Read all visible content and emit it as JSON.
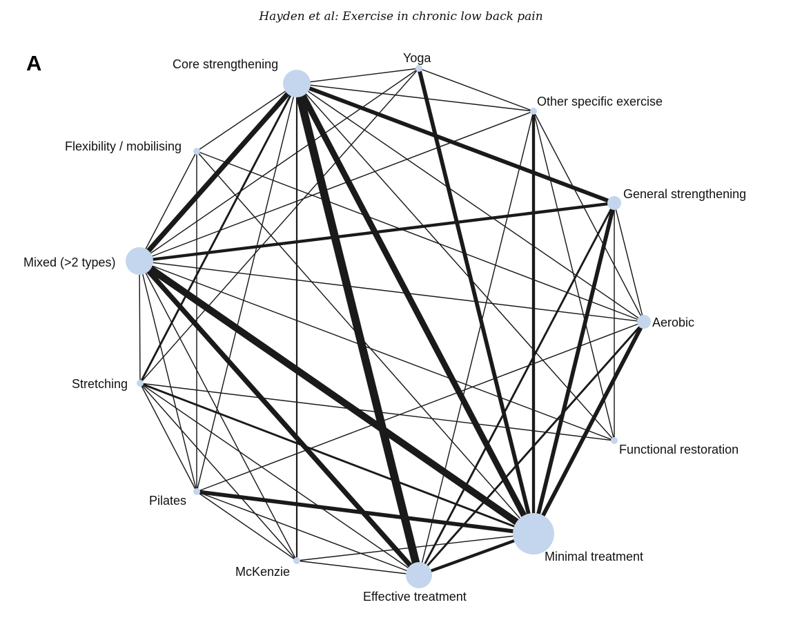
{
  "header": {
    "running_title": "Hayden et al: Exercise in chronic low back pain",
    "panel_label": "A"
  },
  "colors": {
    "node": "#c4d5ee",
    "edge": "#1a1a1a"
  },
  "network": {
    "nodes": [
      {
        "id": "core",
        "label": "Core strengthening",
        "size": "large"
      },
      {
        "id": "yoga",
        "label": "Yoga",
        "size": "tiny"
      },
      {
        "id": "other",
        "label": "Other specific exercise",
        "size": "tiny"
      },
      {
        "id": "general",
        "label": "General strengthening",
        "size": "small"
      },
      {
        "id": "aerobic",
        "label": "Aerobic",
        "size": "small"
      },
      {
        "id": "functional",
        "label": "Functional restoration",
        "size": "tiny"
      },
      {
        "id": "minimal",
        "label": "Minimal treatment",
        "size": "largest"
      },
      {
        "id": "effective",
        "label": "Effective treatment",
        "size": "medium"
      },
      {
        "id": "mckenzie",
        "label": "McKenzie",
        "size": "tiny"
      },
      {
        "id": "pilates",
        "label": "Pilates",
        "size": "tiny"
      },
      {
        "id": "stretching",
        "label": "Stretching",
        "size": "tiny"
      },
      {
        "id": "mixed",
        "label": "Mixed (>2 types)",
        "size": "large"
      },
      {
        "id": "flex",
        "label": "Flexibility / mobilising",
        "size": "tiny"
      }
    ],
    "edges": [
      {
        "a": "core",
        "b": "effective",
        "weight": 8
      },
      {
        "a": "core",
        "b": "minimal",
        "weight": 6
      },
      {
        "a": "core",
        "b": "mixed",
        "weight": 5
      },
      {
        "a": "core",
        "b": "general",
        "weight": 4
      },
      {
        "a": "core",
        "b": "stretching",
        "weight": 2
      },
      {
        "a": "core",
        "b": "mckenzie",
        "weight": 1.5
      },
      {
        "a": "core",
        "b": "yoga",
        "weight": 1
      },
      {
        "a": "core",
        "b": "other",
        "weight": 1
      },
      {
        "a": "core",
        "b": "aerobic",
        "weight": 1
      },
      {
        "a": "core",
        "b": "functional",
        "weight": 1
      },
      {
        "a": "core",
        "b": "flex",
        "weight": 1
      },
      {
        "a": "core",
        "b": "pilates",
        "weight": 1
      },
      {
        "a": "mixed",
        "b": "minimal",
        "weight": 7
      },
      {
        "a": "mixed",
        "b": "effective",
        "weight": 5
      },
      {
        "a": "mixed",
        "b": "general",
        "weight": 3
      },
      {
        "a": "mixed",
        "b": "yoga",
        "weight": 1
      },
      {
        "a": "mixed",
        "b": "other",
        "weight": 1
      },
      {
        "a": "mixed",
        "b": "aerobic",
        "weight": 1
      },
      {
        "a": "mixed",
        "b": "functional",
        "weight": 1
      },
      {
        "a": "mixed",
        "b": "flex",
        "weight": 1
      },
      {
        "a": "mixed",
        "b": "stretching",
        "weight": 1
      },
      {
        "a": "mixed",
        "b": "pilates",
        "weight": 1
      },
      {
        "a": "mixed",
        "b": "mckenzie",
        "weight": 1
      },
      {
        "a": "yoga",
        "b": "minimal",
        "weight": 4
      },
      {
        "a": "yoga",
        "b": "other",
        "weight": 1
      },
      {
        "a": "yoga",
        "b": "stretching",
        "weight": 1
      },
      {
        "a": "other",
        "b": "minimal",
        "weight": 3
      },
      {
        "a": "other",
        "b": "functional",
        "weight": 1
      },
      {
        "a": "other",
        "b": "aerobic",
        "weight": 1
      },
      {
        "a": "other",
        "b": "effective",
        "weight": 1
      },
      {
        "a": "general",
        "b": "minimal",
        "weight": 4
      },
      {
        "a": "general",
        "b": "effective",
        "weight": 2
      },
      {
        "a": "general",
        "b": "aerobic",
        "weight": 1
      },
      {
        "a": "general",
        "b": "functional",
        "weight": 1
      },
      {
        "a": "aerobic",
        "b": "minimal",
        "weight": 4
      },
      {
        "a": "aerobic",
        "b": "effective",
        "weight": 2
      },
      {
        "a": "aerobic",
        "b": "flex",
        "weight": 1
      },
      {
        "a": "aerobic",
        "b": "pilates",
        "weight": 1
      },
      {
        "a": "functional",
        "b": "stretching",
        "weight": 1
      },
      {
        "a": "effective",
        "b": "minimal",
        "weight": 3
      },
      {
        "a": "effective",
        "b": "stretching",
        "weight": 1
      },
      {
        "a": "effective",
        "b": "pilates",
        "weight": 1
      },
      {
        "a": "effective",
        "b": "mckenzie",
        "weight": 1
      },
      {
        "a": "pilates",
        "b": "minimal",
        "weight": 4
      },
      {
        "a": "pilates",
        "b": "stretching",
        "weight": 1
      },
      {
        "a": "pilates",
        "b": "mckenzie",
        "weight": 1
      },
      {
        "a": "pilates",
        "b": "flex",
        "weight": 1
      },
      {
        "a": "stretching",
        "b": "minimal",
        "weight": 2
      },
      {
        "a": "stretching",
        "b": "mckenzie",
        "weight": 1
      },
      {
        "a": "mckenzie",
        "b": "minimal",
        "weight": 1
      },
      {
        "a": "flex",
        "b": "minimal",
        "weight": 1
      }
    ]
  }
}
